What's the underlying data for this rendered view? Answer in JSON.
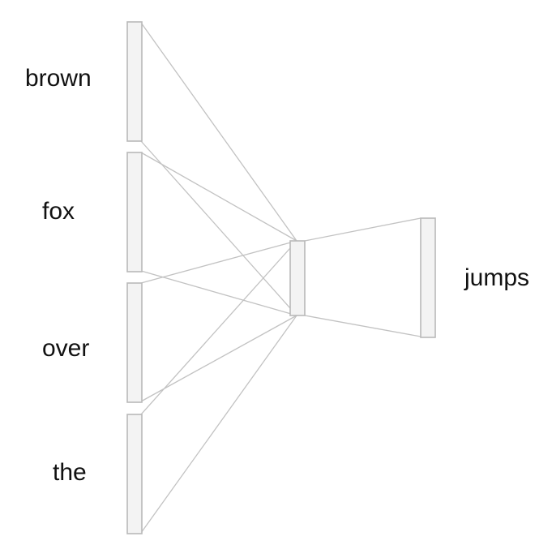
{
  "input_words": [
    {
      "id": "brown",
      "label": "brown"
    },
    {
      "id": "fox",
      "label": "fox"
    },
    {
      "id": "over",
      "label": "over"
    },
    {
      "id": "the",
      "label": "the"
    }
  ],
  "output_word": {
    "id": "jumps",
    "label": "jumps"
  },
  "colors": {
    "box_fill": "#f3f3f3",
    "box_stroke": "#b9b9b9",
    "edge": "#c2c2c2",
    "text": "#111111"
  }
}
